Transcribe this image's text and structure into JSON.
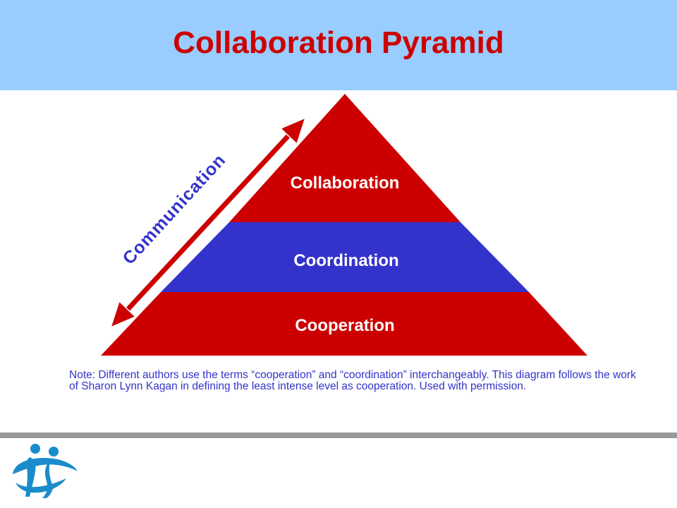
{
  "title": "Collaboration Pyramid",
  "pyramid": {
    "levels": [
      {
        "label": "Collaboration",
        "color": "#cc0000"
      },
      {
        "label": "Coordination",
        "color": "#3333cc"
      },
      {
        "label": "Cooperation",
        "color": "#cc0000"
      }
    ]
  },
  "arrow": {
    "label": "Communication",
    "color": "#cc0000"
  },
  "note": "Note: Different authors use the terms “cooperation” and “coordination” interchangeably. This diagram follows the work of Sharon Lynn Kagan in defining the least intense level as cooperation. Used with permission.",
  "colors": {
    "header_bg": "#99ccff",
    "title": "#cc0000",
    "text_blue": "#3333cc",
    "footer_bar": "#999999"
  },
  "logo": {
    "icon": "two-people-globe-logo-icon"
  }
}
